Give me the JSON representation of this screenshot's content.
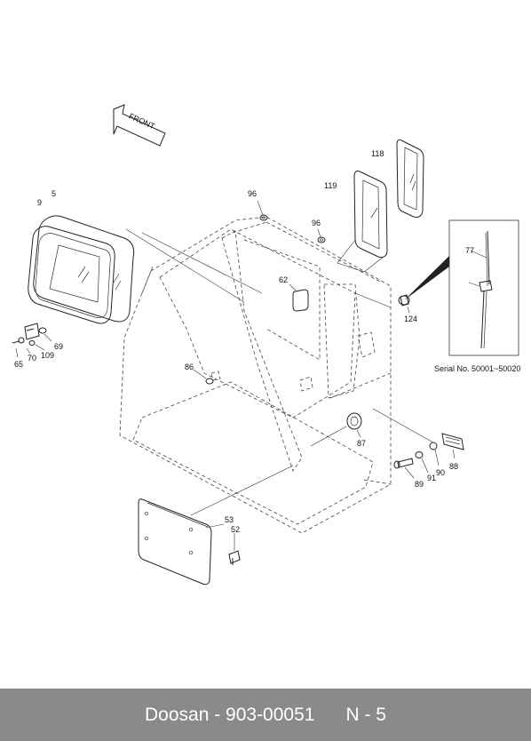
{
  "footer": {
    "brand_model": "Doosan - 903-00051",
    "page": "N - 5"
  },
  "direction_label": "FRONT",
  "serial_note": "Serial No. 50001~50020",
  "callouts": [
    {
      "id": "c5",
      "text": "5"
    },
    {
      "id": "c9",
      "text": "9"
    },
    {
      "id": "c96a",
      "text": "96"
    },
    {
      "id": "c96b",
      "text": "96"
    },
    {
      "id": "c118",
      "text": "118"
    },
    {
      "id": "c119",
      "text": "119"
    },
    {
      "id": "c77",
      "text": "77"
    },
    {
      "id": "c62",
      "text": "62"
    },
    {
      "id": "c124",
      "text": "124"
    },
    {
      "id": "c69",
      "text": "69"
    },
    {
      "id": "c109",
      "text": "109"
    },
    {
      "id": "c70",
      "text": "70"
    },
    {
      "id": "c65",
      "text": "65"
    },
    {
      "id": "c86",
      "text": "86"
    },
    {
      "id": "c87",
      "text": "87"
    },
    {
      "id": "c88",
      "text": "88"
    },
    {
      "id": "c90",
      "text": "90"
    },
    {
      "id": "c91",
      "text": "91"
    },
    {
      "id": "c89",
      "text": "89"
    },
    {
      "id": "c53",
      "text": "53"
    },
    {
      "id": "c52",
      "text": "52"
    }
  ]
}
